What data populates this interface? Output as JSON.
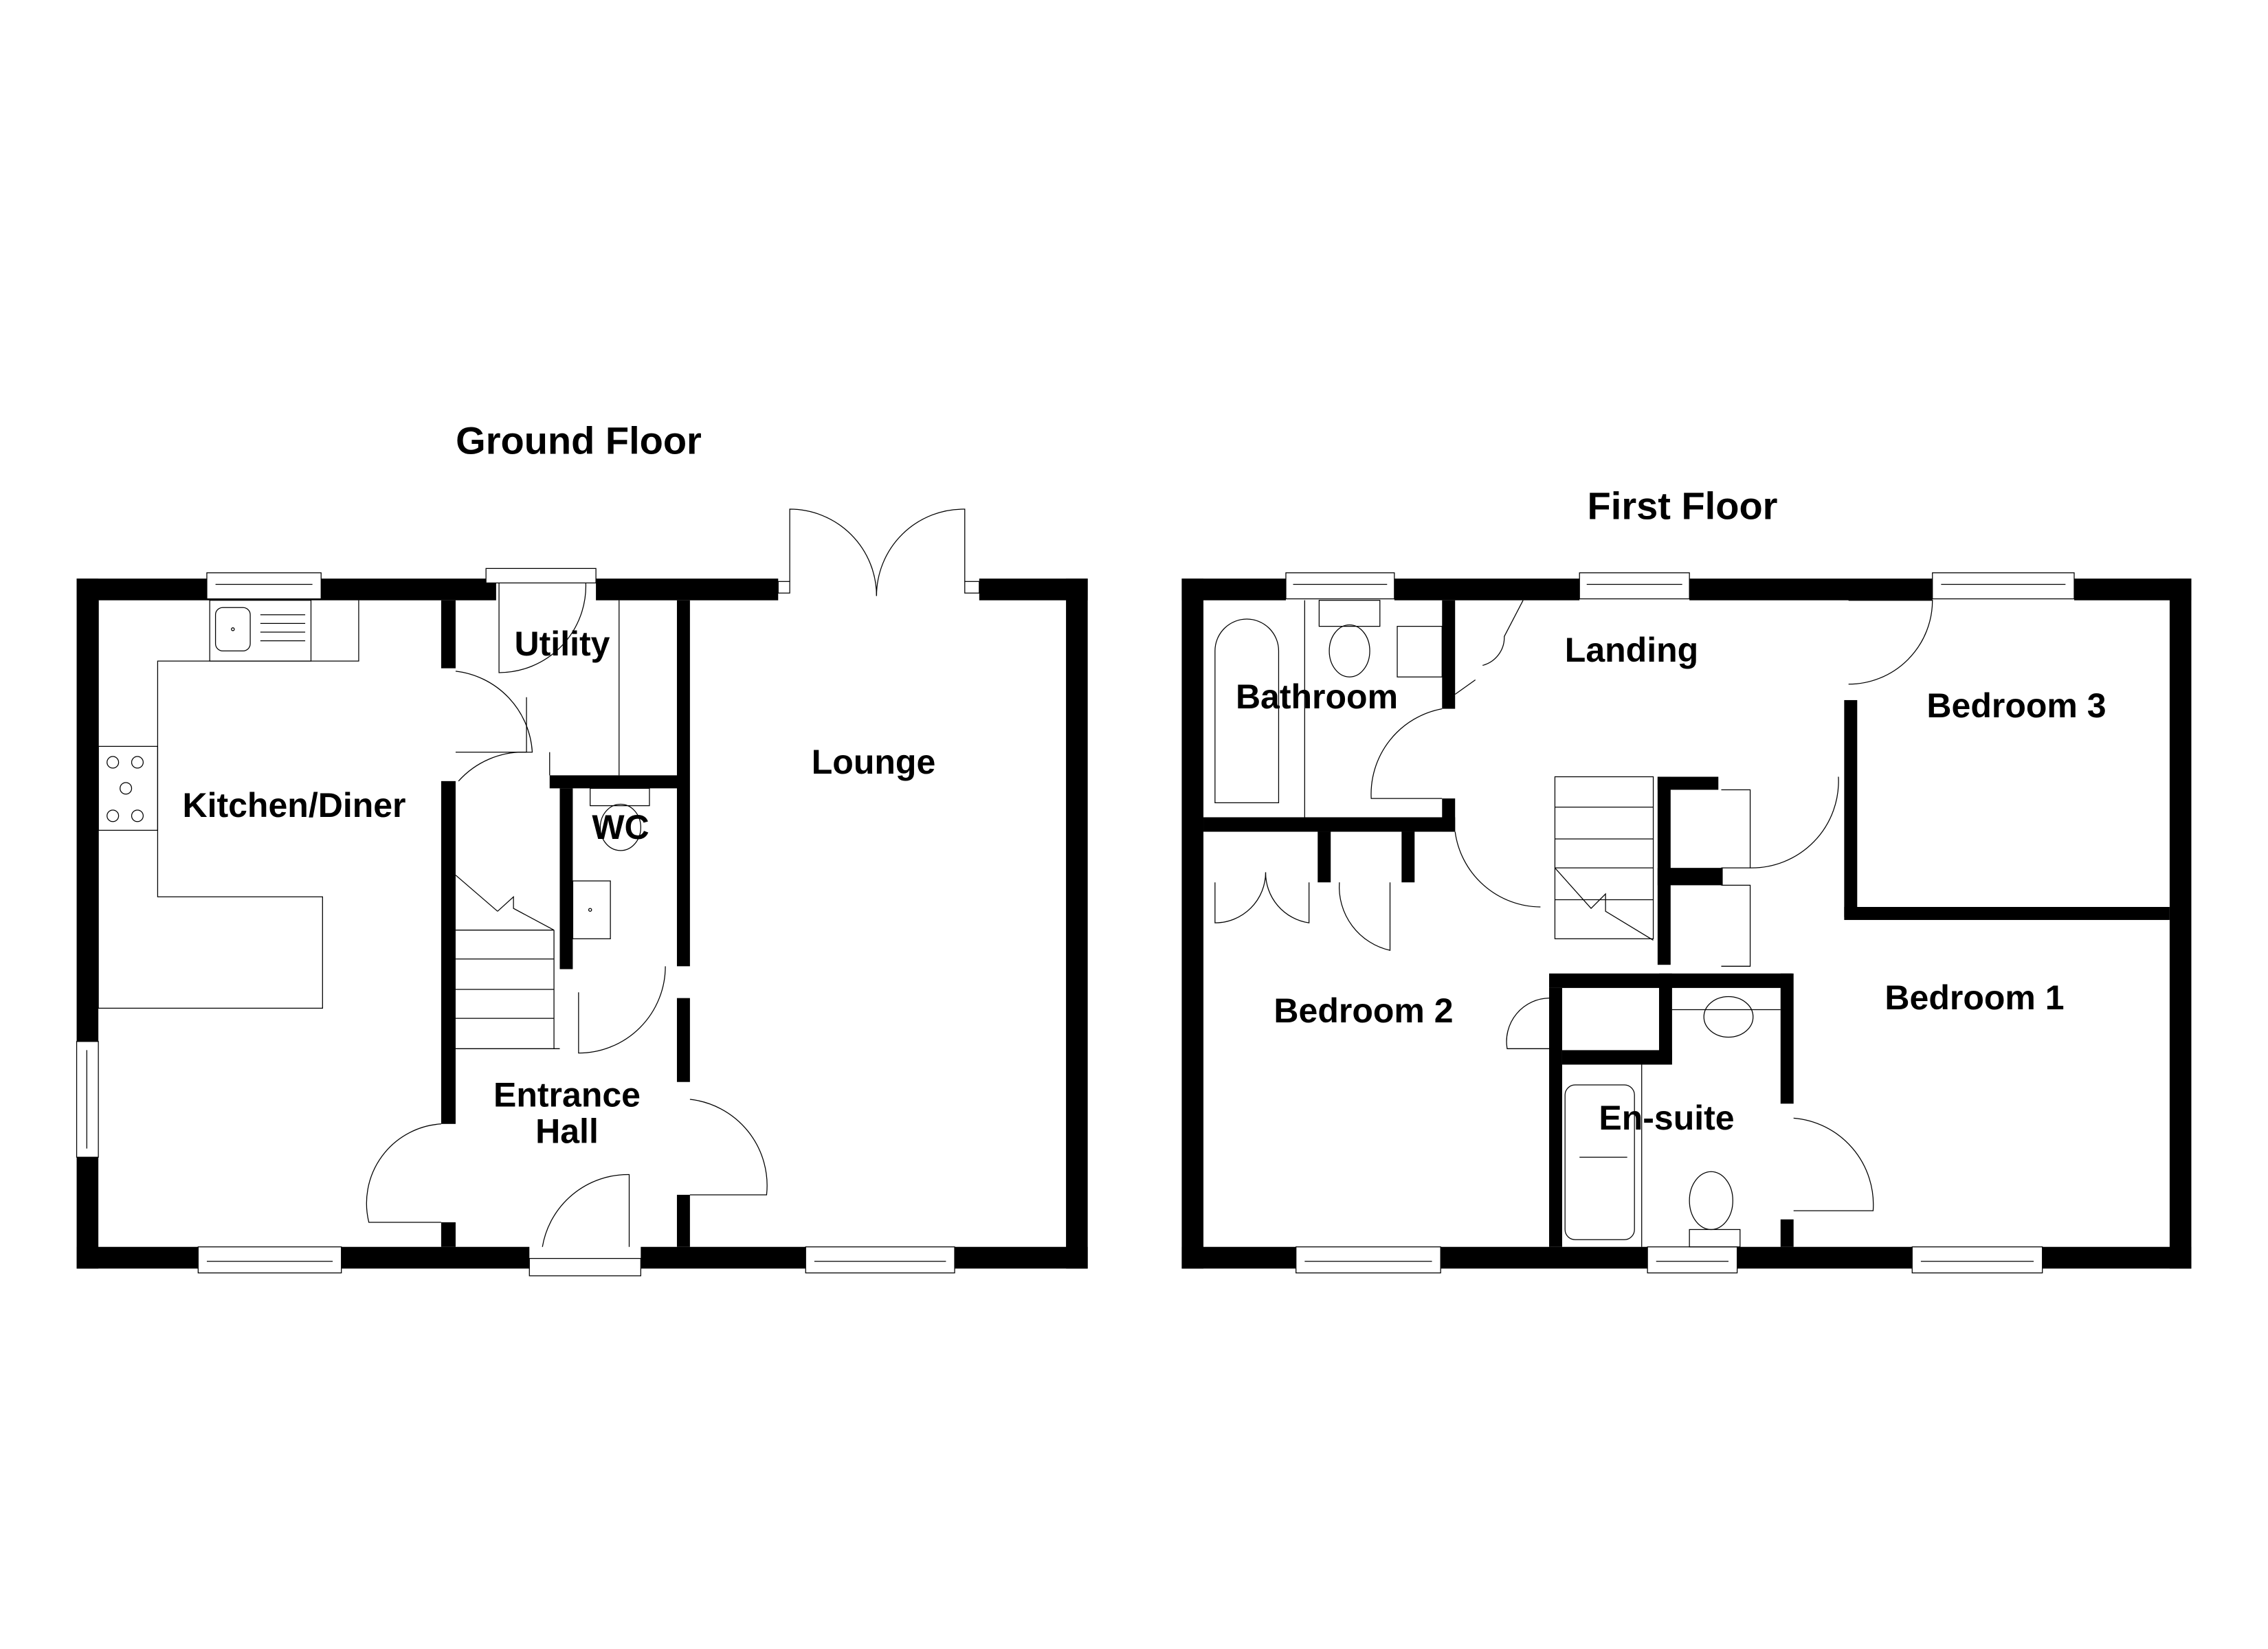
{
  "floors": [
    {
      "id": "ground",
      "title": "Ground Floor",
      "rooms": [
        {
          "id": "kitchen-diner",
          "label": "Kitchen/Diner"
        },
        {
          "id": "utility",
          "label": "Utility"
        },
        {
          "id": "wc",
          "label": "WC"
        },
        {
          "id": "lounge",
          "label": "Lounge"
        },
        {
          "id": "entrance-hall",
          "label_line1": "Entrance",
          "label_line2": "Hall"
        }
      ]
    },
    {
      "id": "first",
      "title": "First Floor",
      "rooms": [
        {
          "id": "bathroom",
          "label": "Bathroom"
        },
        {
          "id": "landing",
          "label": "Landing"
        },
        {
          "id": "bedroom-3",
          "label": "Bedroom 3"
        },
        {
          "id": "bedroom-2",
          "label": "Bedroom 2"
        },
        {
          "id": "bedroom-1",
          "label": "Bedroom 1"
        },
        {
          "id": "en-suite",
          "label": "En-suite"
        }
      ]
    }
  ],
  "colors": {
    "wall": "#000000",
    "background": "#ffffff",
    "line": "#000000"
  }
}
